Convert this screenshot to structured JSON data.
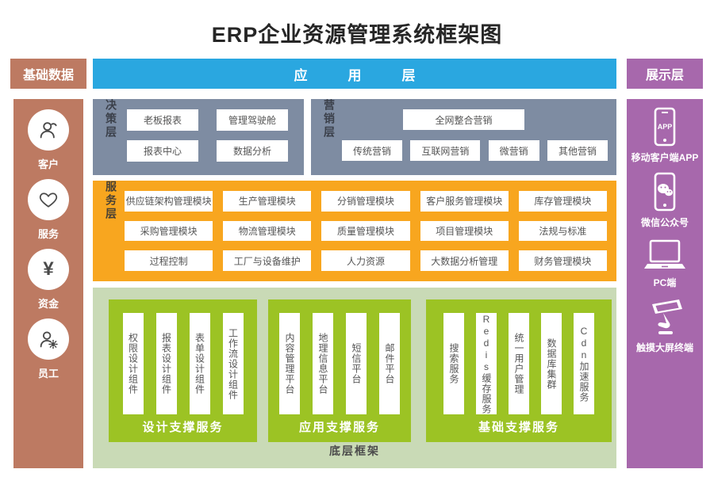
{
  "title": "ERP企业资源管理系统框架图",
  "colors": {
    "base_brown": "#bd7a62",
    "app_blue": "#2aa7e0",
    "display_purple": "#a768ac",
    "layer_gray": "#7e8ca2",
    "service_orange": "#f8a61f",
    "foundation_light_green": "#c9dab6",
    "foundation_green": "#9cc324"
  },
  "app_layer": {
    "label": "应　　　用　　　层"
  },
  "left_panel": {
    "header": "基础数据",
    "items": [
      {
        "icon": "customer-icon",
        "label": "客户"
      },
      {
        "icon": "service-heart-icon",
        "label": "服务"
      },
      {
        "icon": "funds-yen-icon",
        "label": "资金"
      },
      {
        "icon": "employee-icon",
        "label": "员工"
      }
    ]
  },
  "right_panel": {
    "header": "展示层",
    "items": [
      {
        "icon": "mobile-app-icon",
        "label": "移动客户端APP"
      },
      {
        "icon": "wechat-phone-icon",
        "label": "微信公众号"
      },
      {
        "icon": "laptop-icon",
        "label": "PC端"
      },
      {
        "icon": "touch-kiosk-icon",
        "label": "触摸大屏终端"
      }
    ],
    "app_badge": "APP"
  },
  "decision_layer": {
    "label": "决策层",
    "boxes": [
      "老板报表",
      "管理驾驶舱",
      "报表中心",
      "数据分析"
    ]
  },
  "marketing_layer": {
    "label": "营销层",
    "top_box": "全网整合营销",
    "boxes": [
      "传统营销",
      "互联网营销",
      "微营销",
      "其他营销"
    ]
  },
  "service_layer": {
    "label": "服务层",
    "rows": [
      [
        "供应链架构管理模块",
        "生产管理模块",
        "分销管理模块",
        "客户服务管理模块",
        "库存管理模块"
      ],
      [
        "采购管理模块",
        "物流管理模块",
        "质量管理模块",
        "项目管理模块",
        "法规与标准"
      ],
      [
        "过程控制",
        "工厂与设备维护",
        "人力资源",
        "大数据分析管理",
        "财务管理模块"
      ]
    ]
  },
  "foundation": {
    "label": "底层框架",
    "groups": [
      {
        "title": "设计支撑服务",
        "items": [
          "权限设计组件",
          "报表设计组件",
          "表单设计组件",
          "工作流设计组件"
        ]
      },
      {
        "title": "应用支撑服务",
        "items": [
          "内容管理平台",
          "地理信息平台",
          "短信平台",
          "邮件平台"
        ]
      },
      {
        "title": "基础支撑服务",
        "items": [
          "搜索服务",
          "Redis缓存服务",
          "统一用户管理",
          "数据库集群",
          "Cdn加速服务"
        ]
      }
    ]
  }
}
